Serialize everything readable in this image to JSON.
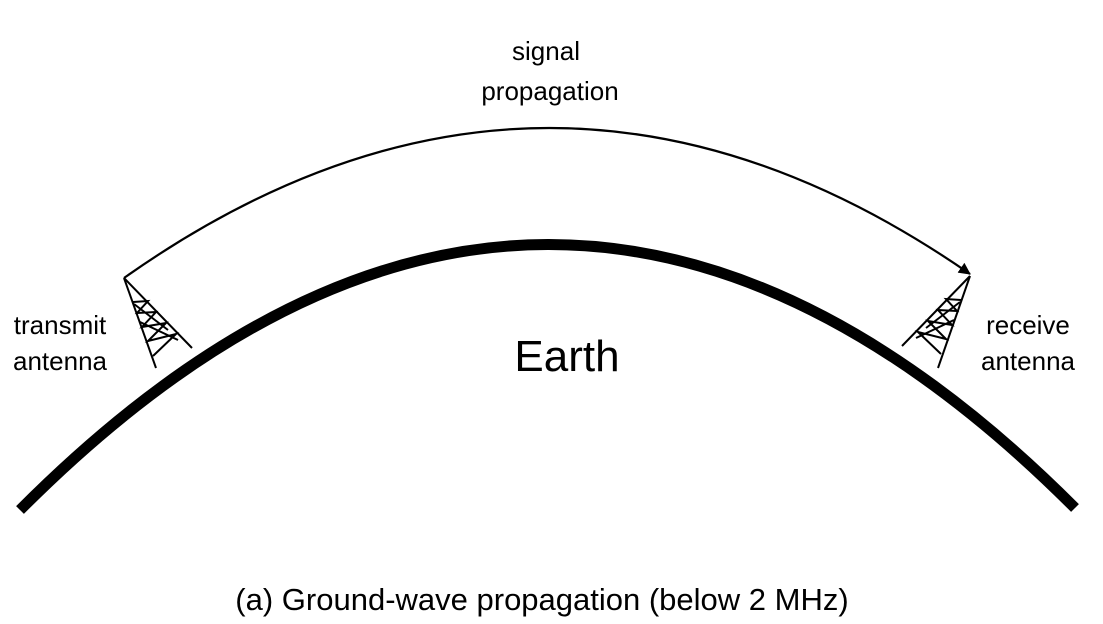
{
  "diagram": {
    "labels": {
      "signal_line1": "signal",
      "signal_line2": "propagation",
      "transmit_line1": "transmit",
      "transmit_line2": "antenna",
      "receive_line1": "receive",
      "receive_line2": "antenna",
      "earth": "Earth"
    },
    "caption": "(a) Ground-wave propagation (below 2 MHz)",
    "colors": {
      "ink": "#000000",
      "background": "#ffffff"
    }
  }
}
